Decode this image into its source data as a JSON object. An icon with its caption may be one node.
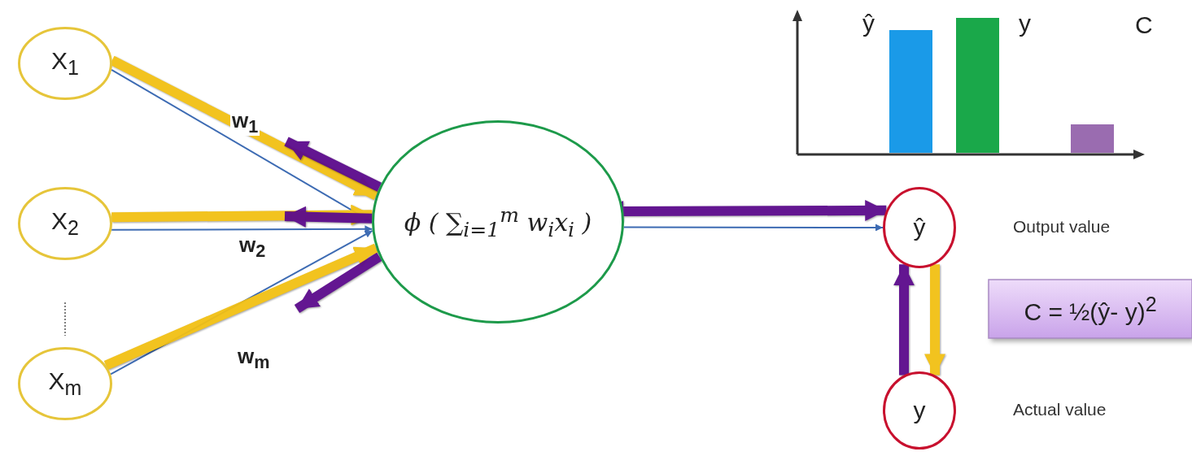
{
  "diagram": {
    "nodes": [
      {
        "text": [
          "X$_{1}$"
        ]
      },
      {
        "text": [
          "X$_{2}$"
        ]
      },
      {
        "text": [
          "X$_{m}$"
        ]
      },
      {
        "text": [
          "ϕ ( ∑$_{i=1}$$^{m}$ w$_{i}$x$_{i}$ )"
        ]
      },
      {
        "text": [
          "ŷ"
        ],
        "beside": [
          "Output value"
        ]
      },
      {
        "text": [
          "y"
        ],
        "beside": [
          "Actual value"
        ]
      },
      {
        "text": [
          "C = ½(ŷ- y)$^{2}$"
        ]
      }
    ],
    "edges": [
      {
        "from": 0,
        "to": 3,
        "arrow": "to",
        "label": "w$_{1}$",
        "color": "#3d6bb3"
      },
      {
        "from": 1,
        "to": 3,
        "arrow": "to",
        "label": "w$_{2}$",
        "color": "#3d6bb3"
      },
      {
        "from": 2,
        "to": 3,
        "arrow": "to",
        "label": "w$_{m}$",
        "color": "#3d6bb3"
      },
      {
        "from": 0,
        "to": 3,
        "arrow": "to",
        "color": "#f2c014"
      },
      {
        "from": 1,
        "to": 3,
        "arrow": "to",
        "color": "#f2c014"
      },
      {
        "from": 2,
        "to": 3,
        "arrow": "to",
        "color": "#f2c014"
      },
      {
        "from": 3,
        "to": null,
        "arrow": "to"
      },
      {
        "from": 3,
        "to": null,
        "arrow": "to"
      },
      {
        "from": 3,
        "to": null,
        "arrow": "to"
      },
      {
        "from": 3,
        "to": 4,
        "arrow": "both"
      },
      {
        "from": 3,
        "to": 4,
        "arrow": "to",
        "color": "#3d6bb3"
      },
      {
        "from": 4,
        "to": 5,
        "arrow": "to",
        "color": "#f2c014"
      },
      {
        "from": 5,
        "to": 4,
        "arrow": "to"
      }
    ],
    "labels": [
      "ŷ",
      "y",
      "C"
    ]
  }
}
